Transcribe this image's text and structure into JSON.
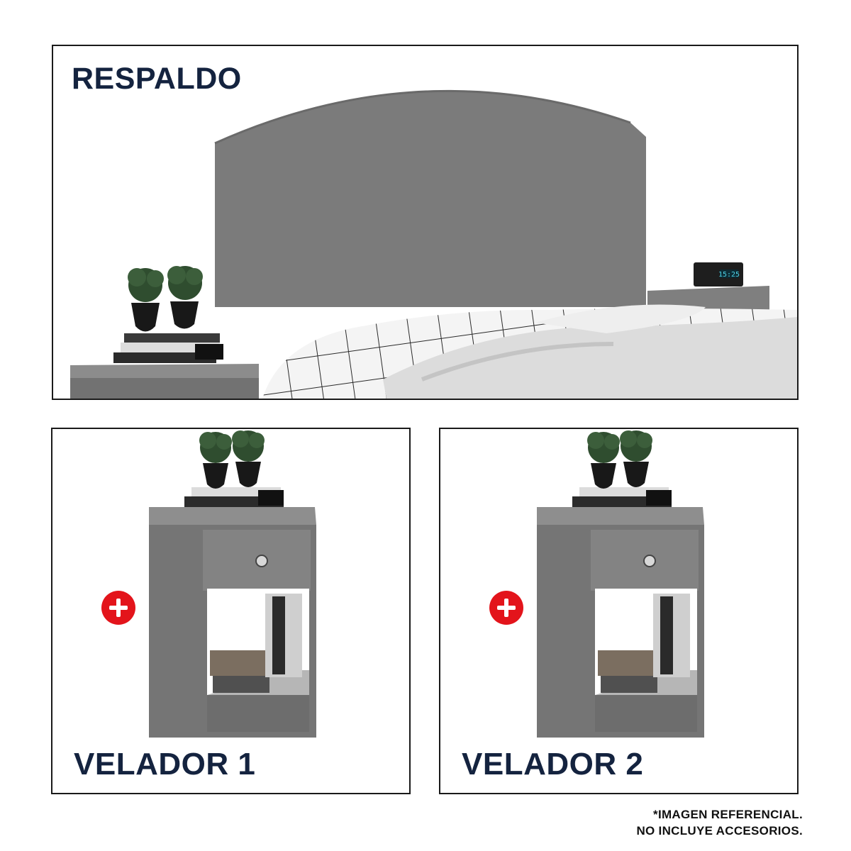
{
  "headboard_panel": {
    "title": "RESPALDO",
    "clock_display": "15:25"
  },
  "nightstand_panels": [
    {
      "title": "VELADOR 1"
    },
    {
      "title": "VELADOR 2"
    }
  ],
  "disclaimer": {
    "line1": "*IMAGEN REFERENCIAL.",
    "line2": "NO INCLUYE ACCESORIOS."
  },
  "icons": {
    "plus": "plus-circle-icon"
  },
  "colors": {
    "furniture_gray": "#7a7a7a",
    "title_navy": "#14233f",
    "plus_red": "#e3141b",
    "border": "#1a1a1a"
  }
}
